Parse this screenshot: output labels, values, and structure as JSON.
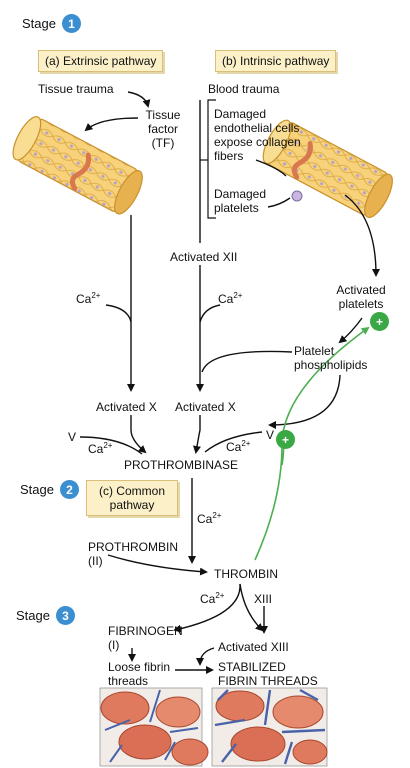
{
  "stages": [
    {
      "label": "Stage",
      "number": "1"
    },
    {
      "label": "Stage",
      "number": "2"
    },
    {
      "label": "Stage",
      "number": "3"
    }
  ],
  "pathways": {
    "extrinsic": "(a) Extrinsic pathway",
    "intrinsic": "(b) Intrinsic pathway",
    "common_line1": "(c) Common",
    "common_line2": "pathway"
  },
  "labels": {
    "tissue_trauma": "Tissue trauma",
    "tissue_factor_1": "Tissue",
    "tissue_factor_2": "factor",
    "tissue_factor_3": "(TF)",
    "blood_trauma": "Blood trauma",
    "damaged_endo_1": "Damaged",
    "damaged_endo_2": "endothelial cells",
    "damaged_endo_3": "expose collagen",
    "damaged_endo_4": "fibers",
    "damaged_platelets_1": "Damaged",
    "damaged_platelets_2": "platelets",
    "activated_xii": "Activated XII",
    "ca": "Ca",
    "ca_sup": "2+",
    "activated_platelets_1": "Activated",
    "activated_platelets_2": "platelets",
    "platelet_phospho_1": "Platelet",
    "platelet_phospho_2": "phospholipids",
    "activated_x": "Activated X",
    "v": "V",
    "prothrombinase": "PROTHROMBINASE",
    "prothrombin_1": "PROTHROMBIN",
    "prothrombin_2": "(II)",
    "thrombin": "THROMBIN",
    "xiii": "XIII",
    "fibrinogen_1": "FIBRINOGEN",
    "fibrinogen_2": "(I)",
    "activated_xiii": "Activated XIII",
    "loose_fibrin_1": "Loose fibrin",
    "loose_fibrin_2": "threads",
    "stabilized_1": "STABILIZED",
    "stabilized_2": "FIBRIN THREADS",
    "plus": "+"
  },
  "colors": {
    "badge": "#3b8fd1",
    "feedback_arrow": "#4caf50",
    "plus_badge": "#3aa845",
    "pathway_box": "#fbf0c8",
    "vessel": "#f5c965",
    "red_cell": "#e07a5f"
  }
}
